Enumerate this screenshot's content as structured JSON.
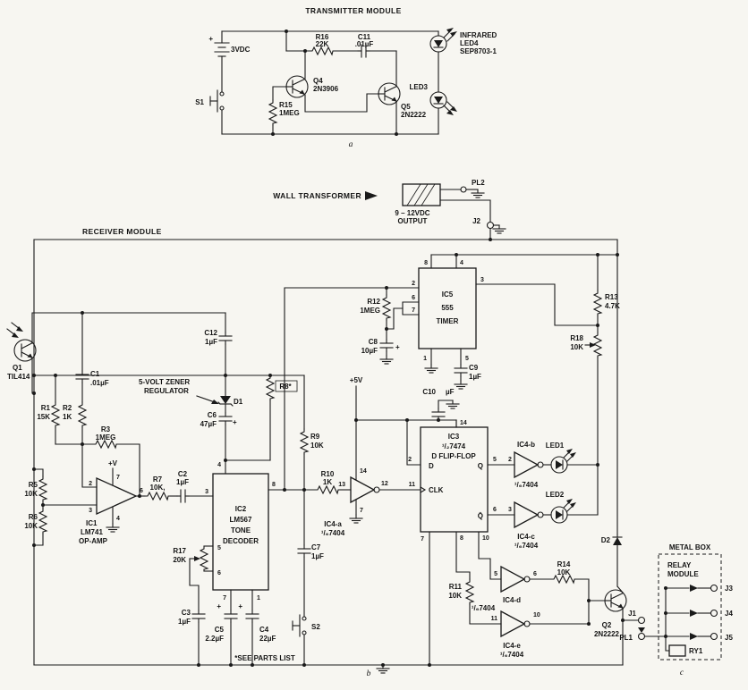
{
  "tx": {
    "title": "TRANSMITTER MODULE",
    "plus": "+",
    "bat": "3VDC",
    "s1": "S1",
    "r16": "R16",
    "r16v": "22K",
    "c11": "C11",
    "c11v": ".01µF",
    "q4": "Q4",
    "q4v": "2N3906",
    "r15": "R15",
    "r15v": "1MEG",
    "q5": "Q5",
    "q5v": "2N2222",
    "led3": "LED3",
    "led4a": "INFRARED",
    "led4b": "LED4",
    "led4c": "SEP8703-1",
    "sub": "a"
  },
  "pwr": {
    "name": "WALL TRANSFORMER",
    "pl2": "PL2",
    "out1": "9 – 12VDC",
    "out2": "OUTPUT",
    "j2": "J2"
  },
  "rx": {
    "title": "RECEIVER MODULE",
    "q1": "Q1",
    "q1v": "TIL414",
    "c1": "C1",
    "c1v": ".01µF",
    "r1": "R1",
    "r1v": "15K",
    "r2": "R2",
    "r2v": "1K",
    "r3": "R3",
    "r3v": "1MEG",
    "r5": "R5",
    "r5v": "10K",
    "r6": "R6",
    "r6v": "10K",
    "plusv": "+V",
    "ic1": "IC1",
    "ic1v": "LM741",
    "ic1t": "OP-AMP",
    "r7": "R7",
    "r7v": "10K,",
    "c2": "C2",
    "c2v": "1µF",
    "zen1": "5-VOLT ZENER",
    "zen2": "REGULATOR",
    "c12": "C12",
    "c12v": "1µF",
    "d1": "D1",
    "c6": "C6",
    "c6v": "47µF",
    "r8": "R8*",
    "r9": "R9",
    "r9v": "10K",
    "ic2": "IC2",
    "ic2v": "LM567",
    "ic2t1": "TONE",
    "ic2t2": "DECODER",
    "r17": "R17",
    "r17v": "20K",
    "c3": "C3",
    "c3v": "1µF",
    "c5": "C5",
    "c5v": "2.2µF",
    "c4": "C4",
    "c4v": "22µF",
    "c7": "C7",
    "c7v": "1µF",
    "s2": "S2",
    "r10": "R10",
    "r10v": "1K",
    "ic4a": "IC4-a",
    "inv": "¹/₆7404",
    "plus5": "+5V",
    "ic5": "IC5",
    "ic5v": "555",
    "ic5t": "TIMER",
    "r12": "R12",
    "r12v": "1MEG",
    "c8": "C8",
    "c8v": "10µF",
    "c9": "C9",
    "c9v": "1µF",
    "c10": "C10",
    "c10v": "µF",
    "r13": "R13",
    "r13v": "4.7K",
    "r18": "R18",
    "r18v": "10K",
    "ic3": "IC3",
    "ic3v": "¹/₂7474",
    "ic3t": "D FLIP-FLOP",
    "din": "D",
    "clk": "CLK",
    "q": "Q",
    "qbar": "Q̄",
    "ic4b": "IC4-b",
    "led1": "LED1",
    "ic4c": "IC4-c",
    "led2": "LED2",
    "ic4d": "IC4-d",
    "ic4e": "IC4-e",
    "r14": "R14",
    "r14v": "10K",
    "r11": "R11",
    "r11v": "10K",
    "q2": "Q2",
    "q2v": "2N2222",
    "d2": "D2",
    "j1": "J1",
    "pl1": "PL1",
    "metal": "METAL BOX",
    "relay1": "RELAY",
    "relay2": "MODULE",
    "ry1": "RY1",
    "j3": "J3",
    "j4": "J4",
    "j5": "J5",
    "parts": "*SEE PARTS LIST",
    "sub_b": "b",
    "sub_c": "c"
  },
  "pins": {
    "p1": "1",
    "p2": "2",
    "p3": "3",
    "p4": "4",
    "p5": "5",
    "p6": "6",
    "p7": "7",
    "p8": "8",
    "p10": "10",
    "p11": "11",
    "p12": "12",
    "p13": "13",
    "p14": "14"
  }
}
